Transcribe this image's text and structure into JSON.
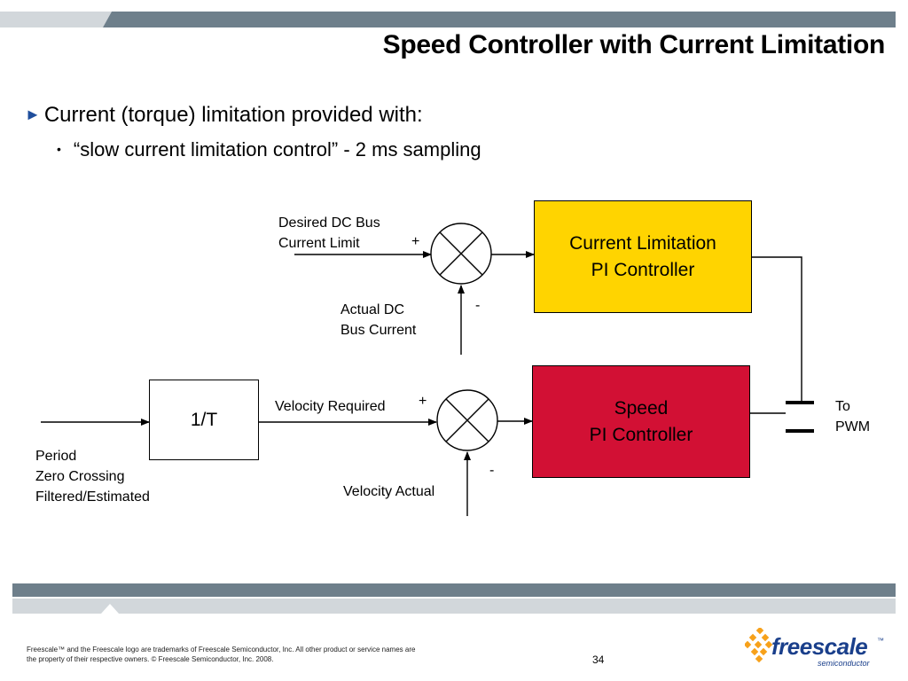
{
  "slide": {
    "title": "Speed Controller with Current Limitation",
    "bullet_main": "Current (torque) limitation provided with:",
    "bullet_sub": "“slow current limitation control” - 2 ms sampling",
    "page_number": "34",
    "footer_line1": "Freescale™ and the Freescale logo are trademarks of Freescale Semiconductor, Inc. All other product or service names are",
    "footer_line2": "the property of their respective owners. © Freescale Semiconductor, Inc. 2008.",
    "logo_word": "freescale",
    "logo_tm": "™",
    "logo_sub": "semiconductor"
  },
  "diagram": {
    "desired_dc_bus_line1": "Desired DC Bus",
    "desired_dc_bus_line2": "Current Limit",
    "plus_top": "+",
    "minus_top": "-",
    "actual_dc_line1": "Actual DC",
    "actual_dc_line2": "Bus Current",
    "current_limit_line1": "Current Limitation",
    "current_limit_line2": "PI Controller",
    "speed_line1": "Speed",
    "speed_line2": "PI Controller",
    "inverse_t": "1/T",
    "velocity_required": "Velocity Required",
    "plus_bottom": "+",
    "minus_bottom": "-",
    "velocity_actual": "Velocity Actual",
    "period_line1": "Period",
    "period_line2": "Zero Crossing",
    "period_line3": "Filtered/Estimated",
    "to_pwm_line1": "To",
    "to_pwm_line2": "PWM"
  },
  "colors": {
    "current_limit_fill": "#FFD400",
    "speed_fill": "#D21034",
    "band_dark": "#6E7F8B",
    "band_light": "#D2D7DB",
    "title_arrow": "#1F4E9C"
  }
}
